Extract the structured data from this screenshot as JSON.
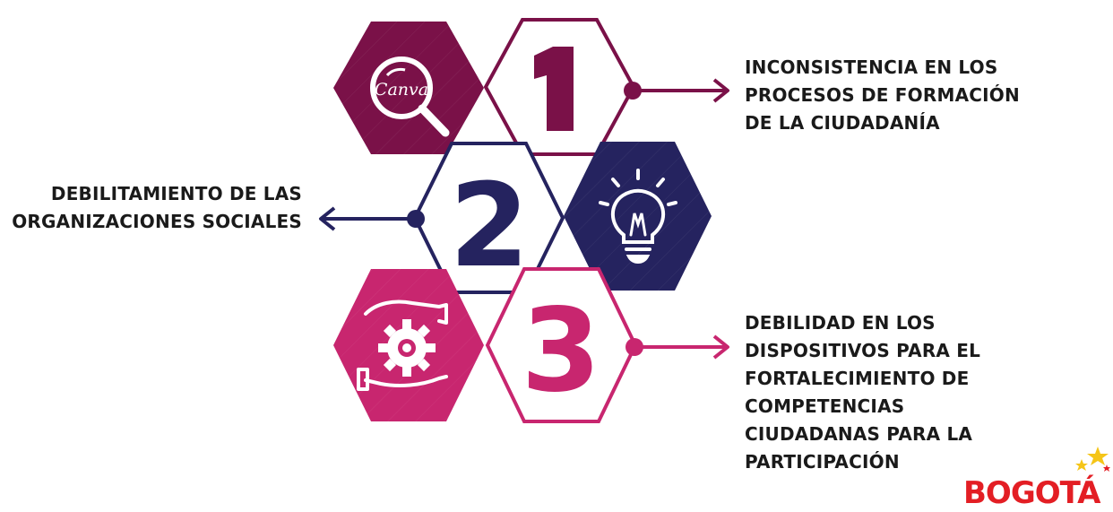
{
  "colors": {
    "maroon": "#7a1148",
    "navy": "#25235f",
    "pink": "#c8266f",
    "label_text": "#1a1a1a",
    "logo_red": "#e31e24",
    "logo_star": "#f5c518"
  },
  "hexagons": [
    {
      "id": "icon-search",
      "style": "filled",
      "color": "maroon",
      "icon": "magnifier-icon",
      "icon_text": "Canva"
    },
    {
      "id": "num-1",
      "style": "outline",
      "color": "maroon",
      "number": "1"
    },
    {
      "id": "num-2",
      "style": "outline",
      "color": "navy",
      "number": "2"
    },
    {
      "id": "icon-bulb",
      "style": "filled",
      "color": "navy",
      "icon": "lightbulb-icon"
    },
    {
      "id": "icon-gear",
      "style": "filled",
      "color": "pink",
      "icon": "gear-hands-icon"
    },
    {
      "id": "num-3",
      "style": "outline",
      "color": "pink",
      "number": "3"
    }
  ],
  "labels": {
    "item1": [
      "INCONSISTENCIA EN LOS",
      "PROCESOS DE FORMACIÓN",
      "DE LA CIUDADANÍA"
    ],
    "item2": [
      "DEBILITAMIENTO DE LAS",
      "ORGANIZACIONES SOCIALES"
    ],
    "item3": [
      "DEBILIDAD EN LOS",
      "DISPOSITIVOS PARA EL",
      "FORTALECIMIENTO DE",
      "COMPETENCIAS",
      "CIUDADANAS PARA LA",
      "PARTICIPACIÓN"
    ]
  },
  "logo": {
    "text": "BOGOTÁ"
  }
}
